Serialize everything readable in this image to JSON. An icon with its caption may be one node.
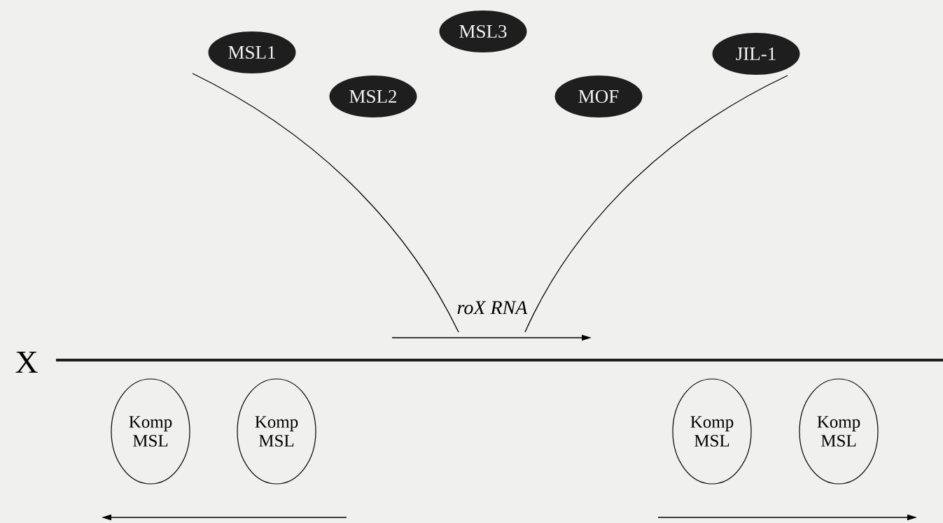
{
  "diagram": {
    "nodes": [
      {
        "text": [
          "MSL1"
        ]
      },
      {
        "text": [
          "MSL3"
        ]
      },
      {
        "text": [
          "JIL-1"
        ]
      },
      {
        "text": [
          "MSL2"
        ]
      },
      {
        "text": [
          "MOF"
        ]
      },
      {
        "text": [
          "Komp MSL"
        ]
      },
      {
        "text": [
          "Komp MSL"
        ]
      },
      {
        "text": [
          "Komp MSL"
        ]
      },
      {
        "text": [
          "Komp MSL"
        ]
      }
    ],
    "labels": [
      "roX RNA",
      "X"
    ]
  }
}
